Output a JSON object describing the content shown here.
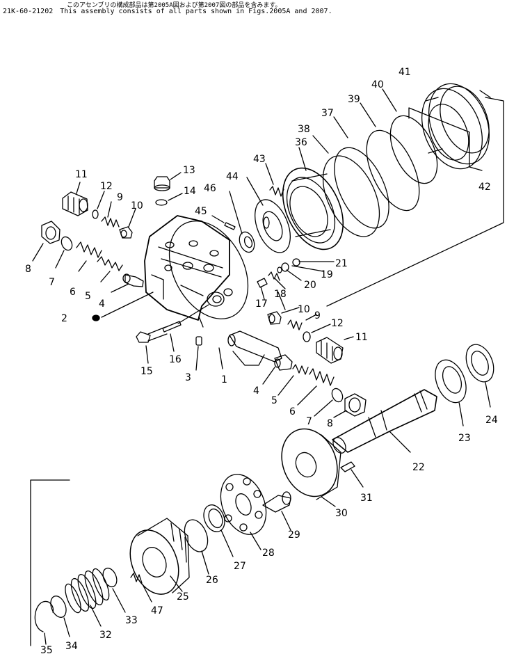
{
  "header": {
    "japanese_note": "このアセンブリの構成部品は第2005A図および第2007図の部品を含みます。",
    "part_number": "21K-60-21202",
    "english_note": "This assembly consists of all parts shown in Figs.2005A and 2007."
  },
  "callouts": [
    "1",
    "2",
    "3",
    "4",
    "4",
    "5",
    "5",
    "6",
    "6",
    "7",
    "7",
    "8",
    "8",
    "9",
    "9",
    "10",
    "10",
    "11",
    "11",
    "12",
    "12",
    "13",
    "14",
    "15",
    "16",
    "17",
    "18",
    "19",
    "20",
    "21",
    "22",
    "23",
    "24",
    "25",
    "26",
    "27",
    "28",
    "29",
    "30",
    "31",
    "32",
    "33",
    "34",
    "35",
    "36",
    "37",
    "38",
    "39",
    "40",
    "41",
    "42",
    "43",
    "44",
    "45",
    "46",
    "47"
  ]
}
